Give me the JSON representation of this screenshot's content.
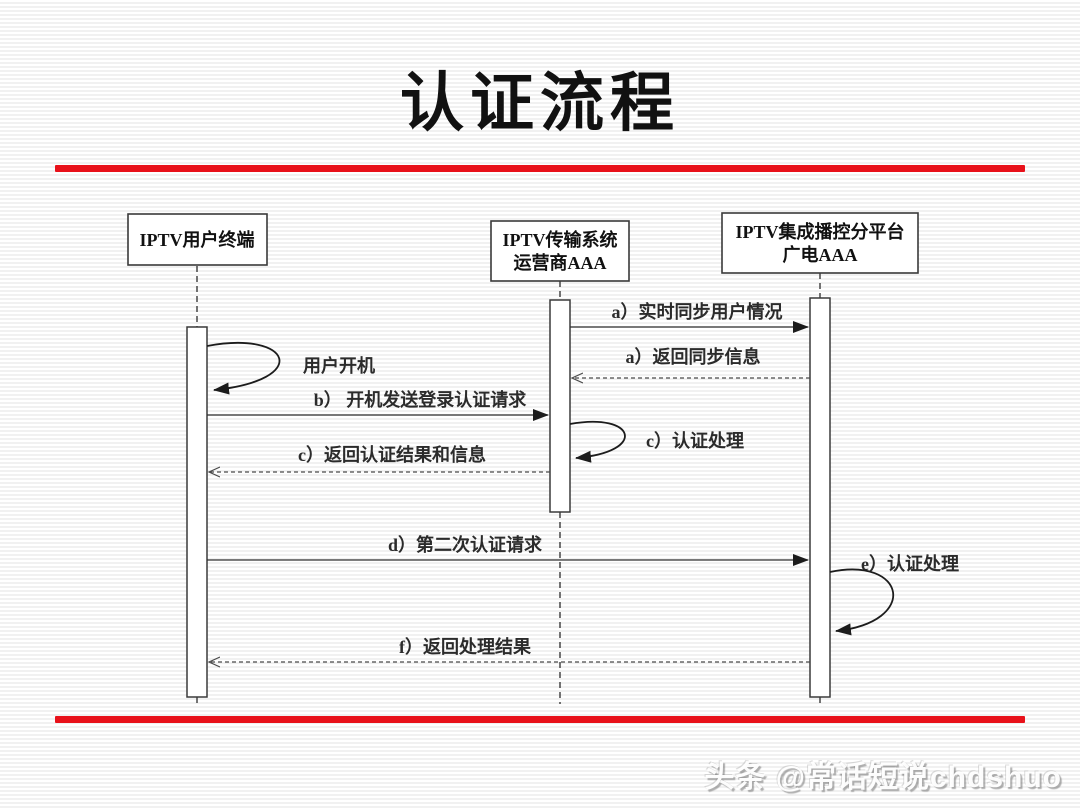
{
  "slide": {
    "title": "认证流程",
    "watermark": "头条 @常话短说chdshuo"
  },
  "colors": {
    "accent_red": "#e8111a",
    "diagram_line": "#3a3a3a"
  },
  "diagram": {
    "type": "sequence-diagram",
    "actors": [
      {
        "line1": "IPTV用户终端"
      },
      {
        "line1": "IPTV传输系统",
        "line2": "运营商AAA"
      },
      {
        "line1": "IPTV集成播控分平台",
        "line2": "广电AAA"
      }
    ],
    "messages": {
      "a_sync": "a）实时同步用户情况",
      "a_sync_return": "a）返回同步信息",
      "user_power_on": "用户开机",
      "b_login_request": "b）  开机发送登录认证请求",
      "c_auth_process": "c）认证处理",
      "c_auth_result": "c）返回认证结果和信息",
      "d_second_request": "d）第二次认证请求",
      "e_auth_process": "e）认证处理",
      "f_result_return": "f）返回处理结果"
    }
  }
}
